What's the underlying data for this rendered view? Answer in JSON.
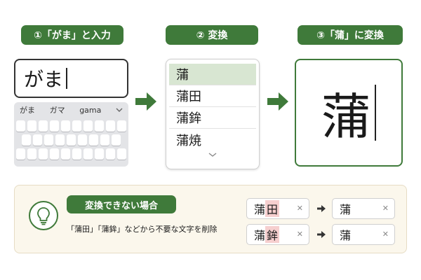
{
  "steps": {
    "step1": {
      "label": "①「がま」と入力",
      "input_value": "がま",
      "keyboard_suggestions": [
        "がま",
        "ガマ",
        "gama"
      ]
    },
    "step2": {
      "label": "② 変換",
      "candidates": [
        "蒲",
        "蒲田",
        "蒲鉾",
        "蒲焼"
      ],
      "selected_index": 0
    },
    "step3": {
      "label": "③「蒲」に変換",
      "result_char": "蒲"
    }
  },
  "tip": {
    "title": "変換できない場合",
    "text": "「蒲田」「蒲鉾」などから不要な文字を削除",
    "examples": [
      {
        "before_keep": "蒲",
        "before_delete": "田",
        "after": "蒲"
      },
      {
        "before_keep": "蒲",
        "before_delete": "鉾",
        "after": "蒲"
      }
    ]
  },
  "colors": {
    "accent": "#3f7a3a",
    "selected_candidate": "#d8e6d2",
    "highlight_delete": "#f6cfcf",
    "tip_background": "#fbf7ec"
  },
  "icons": [
    "arrow-right-icon",
    "chevron-down-icon",
    "lightbulb-icon",
    "clear-icon"
  ]
}
